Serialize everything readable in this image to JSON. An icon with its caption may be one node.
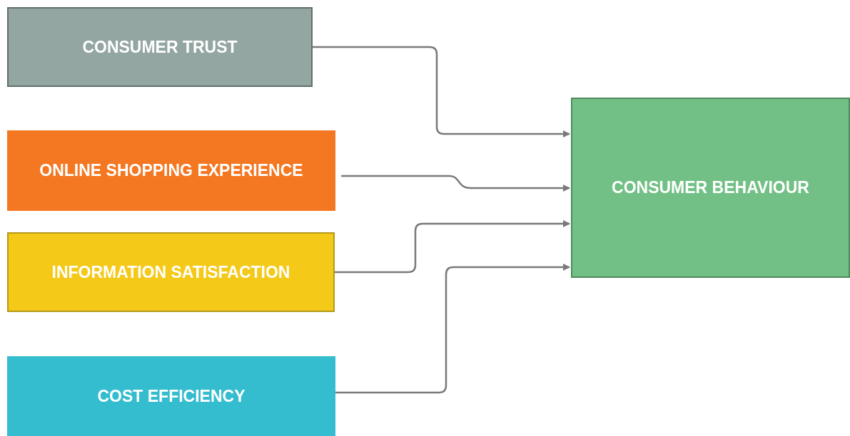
{
  "diagram": {
    "nodes": [
      {
        "text": [
          "CONSUMER TRUST"
        ]
      },
      {
        "text": [
          "ONLINE SHOPPING EXPERIENCE"
        ]
      },
      {
        "text": [
          "INFORMATION SATISFACTION"
        ]
      },
      {
        "text": [
          "COST EFFICIENCY"
        ]
      },
      {
        "text": [
          "CONSUMER BEHAVIOUR"
        ]
      }
    ],
    "edges": [
      {
        "from": 0,
        "to": 4,
        "arrow": "to"
      },
      {
        "from": 1,
        "to": 4,
        "arrow": "to"
      },
      {
        "from": 2,
        "to": 4,
        "arrow": "to"
      },
      {
        "from": 3,
        "to": 4,
        "arrow": "to"
      }
    ]
  }
}
